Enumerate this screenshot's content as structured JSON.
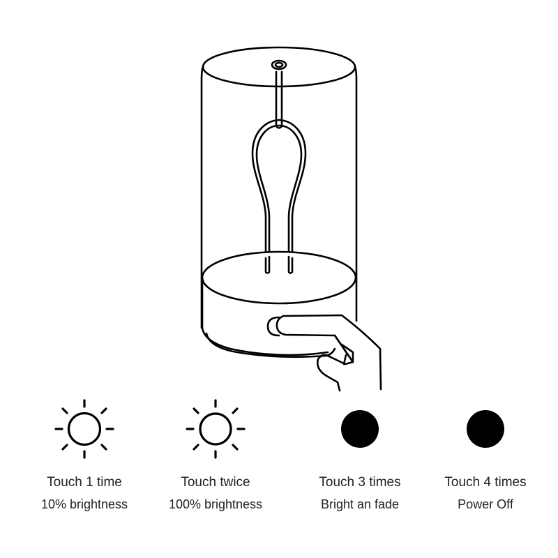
{
  "illustration": {
    "subject": "cylindrical touch lamp with filament, hand touching base button",
    "stroke_color": "#000000"
  },
  "modes": [
    {
      "icon": "sun-outline-icon",
      "title": "Touch 1 time",
      "subtitle": "10% brightness"
    },
    {
      "icon": "sun-outline-icon",
      "title": "Touch twice",
      "subtitle": "100% brightness"
    },
    {
      "icon": "filled-circle-icon",
      "title": "Touch 3 times",
      "subtitle": "Bright an fade"
    },
    {
      "icon": "filled-circle-icon",
      "title": "Touch 4 times",
      "subtitle": "Power Off"
    }
  ]
}
